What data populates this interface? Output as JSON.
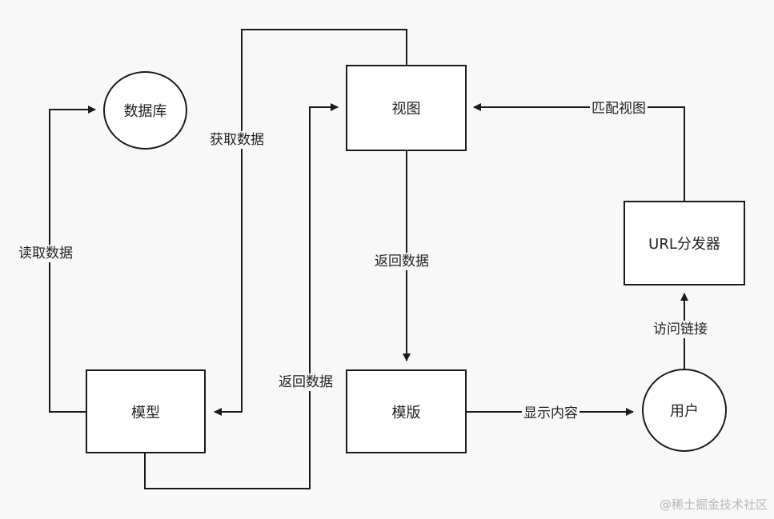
{
  "nodes": {
    "database": "数据库",
    "view": "视图",
    "model": "模型",
    "template": "模版",
    "user": "用户",
    "url_dispatcher": "URL分发器"
  },
  "edges": {
    "read_data": "读取数据",
    "fetch_data": "获取数据",
    "return_data_model": "返回数据",
    "return_data_view": "返回数据",
    "match_view": "匹配视图",
    "show_content": "显示内容",
    "visit_link": "访问链接"
  },
  "watermark": "@稀土掘金技术社区"
}
